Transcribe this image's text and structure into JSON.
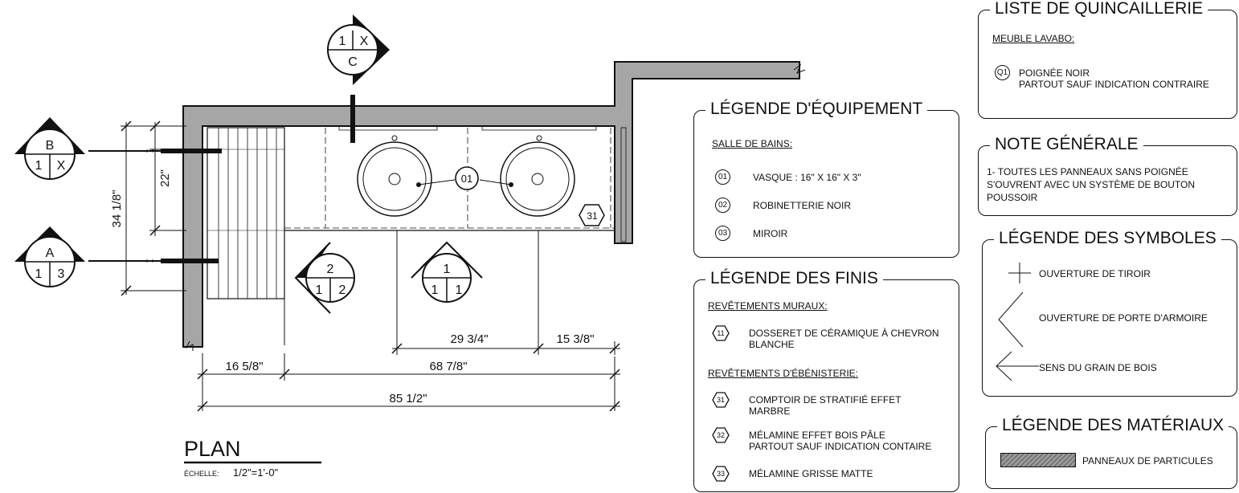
{
  "plan": {
    "title": "PLAN",
    "scale_label": "ÉCHELLE:",
    "scale_value": "1/2\"=1'-0\"",
    "dims": {
      "d_22": "22\"",
      "d_34": "34 1/8\"",
      "d_16": "16 5/8\"",
      "d_68": "68 7/8\"",
      "d_85": "85 1/2\"",
      "d_29": "29 3/4\"",
      "d_15": "15 3/8\""
    },
    "section_markers": [
      {
        "letter": "C",
        "sheet": "1",
        "ref": "X"
      },
      {
        "letter": "B",
        "sheet": "1",
        "ref": "X"
      },
      {
        "letter": "A",
        "sheet": "1",
        "ref": "3"
      }
    ],
    "elevation_markers": [
      {
        "top": "2",
        "left": "1",
        "right": "2"
      },
      {
        "top": "1",
        "left": "1",
        "right": "1"
      }
    ],
    "tag_01": "01",
    "tag_31": "31"
  },
  "equipment_legend": {
    "title": "LÉGENDE D'ÉQUIPEMENT",
    "section": "SALLE DE BAINS:",
    "items": [
      {
        "code": "01",
        "label": "VASQUE : 16\" X 16\" X 3\""
      },
      {
        "code": "02",
        "label": "ROBINETTERIE NOIR"
      },
      {
        "code": "03",
        "label": "MIROIR"
      }
    ]
  },
  "finish_legend": {
    "title": "LÉGENDE DES FINIS",
    "wall_section": "REVÊTEMENTS MURAUX:",
    "wall_items": [
      {
        "code": "11",
        "line1": "DOSSERET DE CÉRAMIQUE À CHEVRON",
        "line2": "BLANCHE"
      }
    ],
    "cabinet_section": "REVÊTEMENTS D'ÉBÉNISTERIE:",
    "cabinet_items": [
      {
        "code": "31",
        "line1": "COMPTOIR DE STRATIFIÉ EFFET",
        "line2": "MARBRE"
      },
      {
        "code": "32",
        "line1": "MÉLAMINE EFFET BOIS PÂLE",
        "line2": "PARTOUT SAUF INDICATION CONTAIRE"
      },
      {
        "code": "33",
        "line1": "MÉLAMINE GRISSE MATTE",
        "line2": ""
      }
    ]
  },
  "hardware_list": {
    "title": "LISTE DE QUINCAILLERIE",
    "section": "MEUBLE LAVABO:",
    "items": [
      {
        "code": "Q1",
        "line1": "POIGNÉE NOIR",
        "line2": "PARTOUT SAUF INDICATION CONTRAIRE"
      }
    ]
  },
  "general_note": {
    "title": "NOTE GÉNÉRALE",
    "lines": [
      "1- TOUTES LES PANNEAUX SANS POIGNÉE",
      "S'OUVRENT AVEC UN SYSTÈME DE BOUTON",
      "POUSSOIR"
    ]
  },
  "symbol_legend": {
    "title": "LÉGENDE DES SYMBOLES",
    "items": [
      {
        "icon": "plus-icon",
        "label": "OUVERTURE DE TIROIR"
      },
      {
        "icon": "chevron-open-icon",
        "label": "OUVERTURE DE PORTE D'ARMOIRE"
      },
      {
        "icon": "arrow-left-icon",
        "label": "SENS DU GRAIN DE BOIS"
      }
    ]
  },
  "material_legend": {
    "title": "LÉGENDE DES MATÉRIAUX",
    "items": [
      {
        "swatch": "hatched-gray",
        "label": "PANNEAUX DE PARTICULES"
      }
    ]
  },
  "colors": {
    "wall_fill": "#a6a6a6",
    "line": "#111111",
    "background": "#ffffff"
  }
}
